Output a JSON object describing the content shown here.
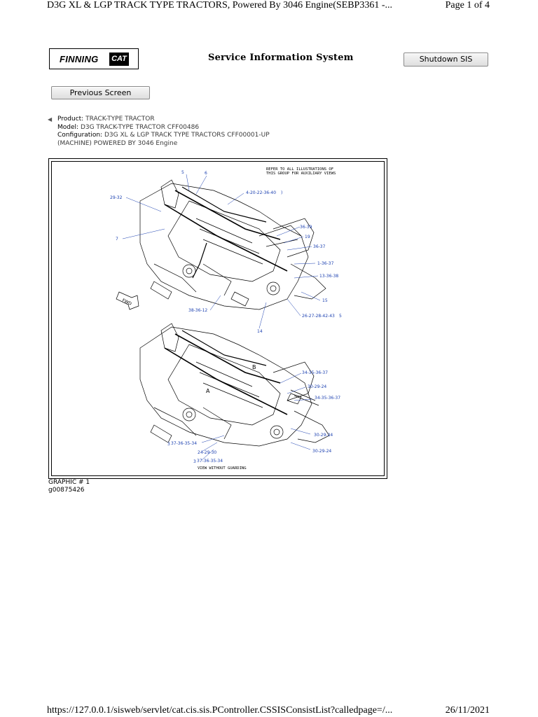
{
  "print_header": {
    "title": "D3G XL & LGP TRACK TYPE TRACTORS, Powered By 3046 Engine(SEBP3361 -...",
    "page": "Page 1 of 4"
  },
  "logo": {
    "finning": "FINNING",
    "cat": "CAT"
  },
  "system_title": "Service Information System",
  "buttons": {
    "shutdown": "Shutdown SIS",
    "previous": "Previous Screen"
  },
  "product_info": {
    "product_label": "Product:",
    "product_value": "TRACK-TYPE TRACTOR",
    "model_label": "Model:",
    "model_value": "D3G TRACK-TYPE TRACTOR CFF00486",
    "config_label": "Configuration:",
    "config_value": "D3G XL & LGP TRACK TYPE TRACTORS CFF00001-UP",
    "config_value_2": "(MACHINE) POWERED BY 3046 Engine"
  },
  "illustration": {
    "note_line1": "REFER TO ALL ILLUSTRATIONS OF",
    "note_line2": "THIS GROUP FOR AUXILIARY VIEWS",
    "fwd": "FWD",
    "view_caption": "VIEW WITHOUT GUARDING",
    "callouts_top": [
      "5",
      "6",
      "4-20-22-36-40",
      "29-32",
      "7",
      "36-39",
      "19",
      "36-37",
      "1-36-37",
      "13-36-38",
      "15",
      "26-27-28-42-43",
      "38-36-12",
      "14"
    ],
    "callouts_bottom": [
      "B",
      "A",
      "34-35-36-37",
      "30-29-24",
      "34-35-36-37",
      "30-29-24",
      "30-29-24",
      "37-36-35-34",
      "24-29-30",
      "37-36-35-34"
    ],
    "callout_suffixes": [
      ")",
      "5",
      "3",
      "3"
    ]
  },
  "caption": {
    "graphic": "GRAPHIC # 1",
    "id": "g00875426"
  },
  "footer": {
    "url": "https://127.0.0.1/sisweb/servlet/cat.cis.sis.PController.CSSISConsistList?calledpage=/...",
    "date": "26/11/2021"
  },
  "colors": {
    "callout_text": "#1a3fb0",
    "button_border": "#8a8a8a"
  },
  "icons": {
    "back": "left-arrow-icon"
  }
}
